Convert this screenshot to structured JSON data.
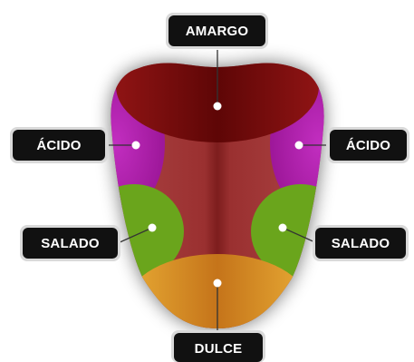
{
  "zones": {
    "bitter": {
      "label": "AMARGO",
      "color": "#8c1212"
    },
    "sour_left": {
      "label": "ÁCIDO",
      "color": "#b51fb0"
    },
    "sour_right": {
      "label": "ÁCIDO",
      "color": "#b51fb0"
    },
    "salty_left": {
      "label": "SALADO",
      "color": "#6aa51c"
    },
    "salty_right": {
      "label": "SALADO",
      "color": "#6aa51c"
    },
    "sweet": {
      "label": "DULCE",
      "color": "#e2a12a"
    }
  },
  "colors": {
    "tongue_center": "#b34a4a",
    "label_background": "#111111",
    "label_border": "#d9d9d9",
    "marker": "#ffffff"
  }
}
